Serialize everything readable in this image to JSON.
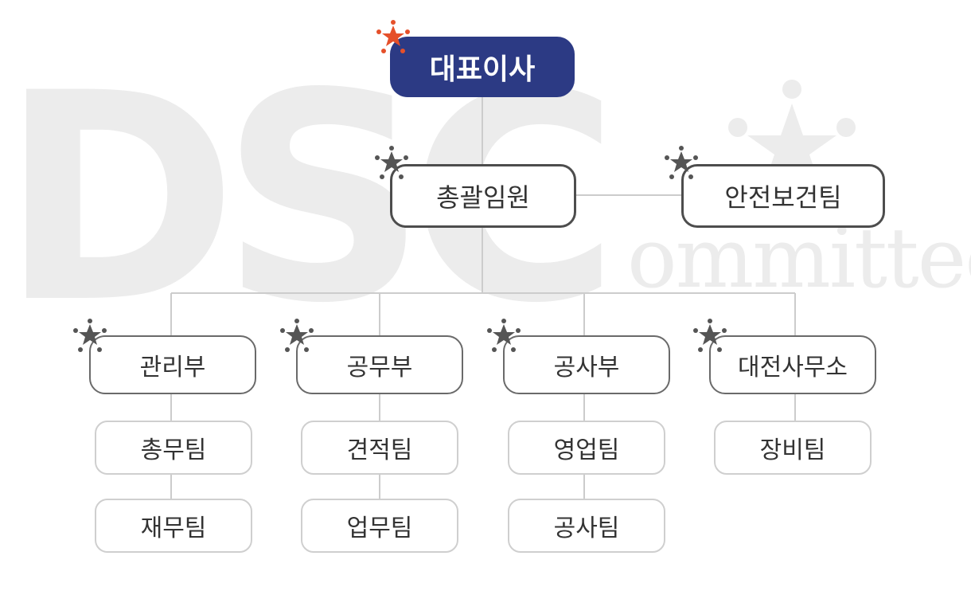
{
  "watermark": {
    "main": "DSC",
    "sub": "ommittee"
  },
  "colors": {
    "ceo_fill": "#2c3a84",
    "ceo_star": "#e5502a",
    "dark_star": "#555555",
    "line": "#cccccc",
    "watermark": "#ececec"
  },
  "nodes": {
    "ceo": "대표이사",
    "general_exec": "총괄임원",
    "safety_team": "안전보건팀",
    "departments": [
      {
        "name": "관리부",
        "teams": [
          "총무팀",
          "재무팀"
        ]
      },
      {
        "name": "공무부",
        "teams": [
          "견적팀",
          "업무팀"
        ]
      },
      {
        "name": "공사부",
        "teams": [
          "영업팀",
          "공사팀"
        ]
      },
      {
        "name": "대전사무소",
        "teams": [
          "장비팀"
        ]
      }
    ]
  }
}
